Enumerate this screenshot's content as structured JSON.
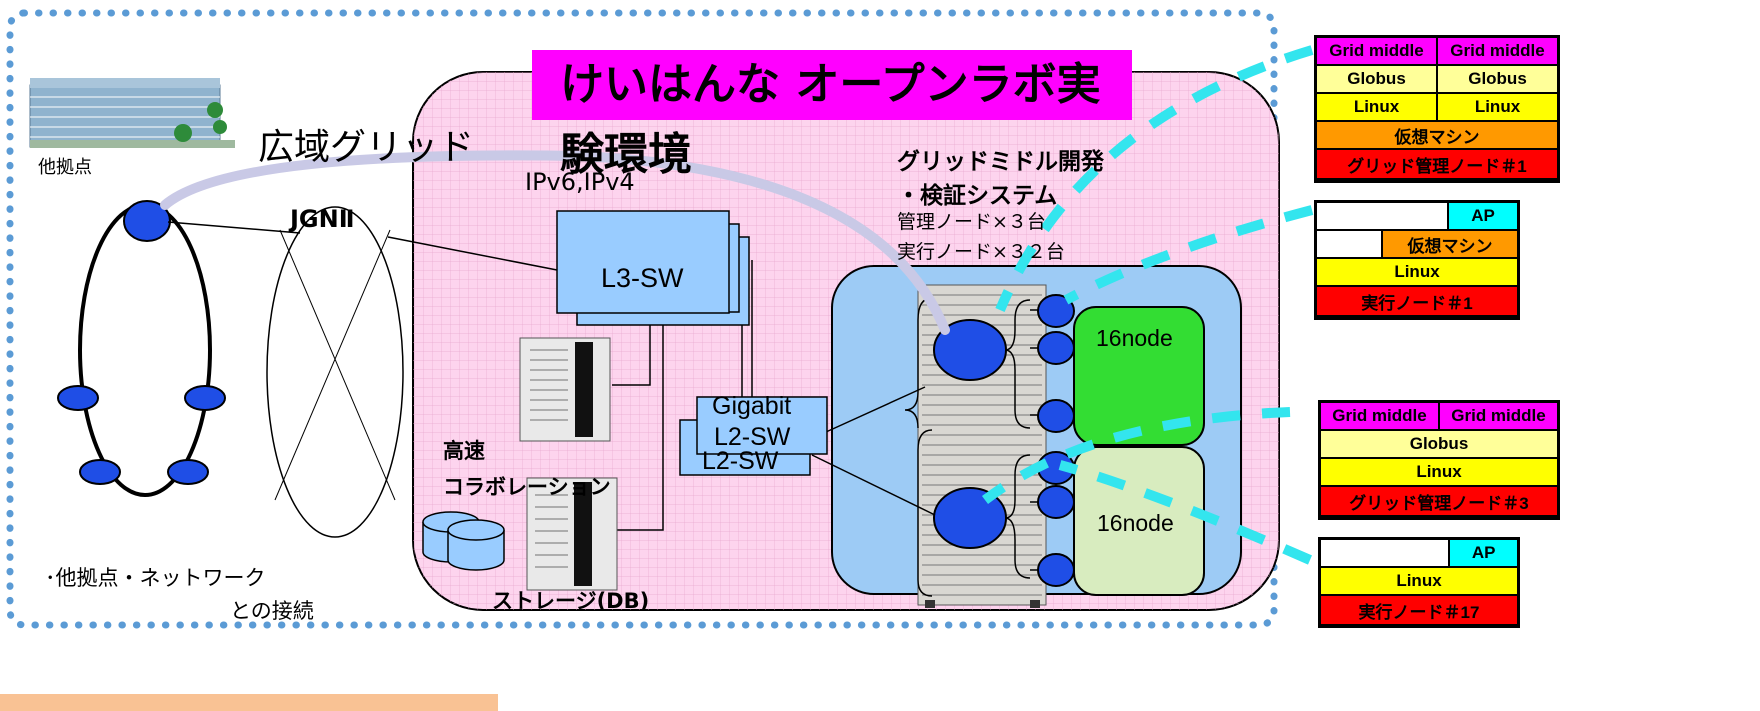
{
  "title": "けいはんな オープンラボ実験環境",
  "labels": {
    "other_site": "他拠点",
    "wide_area_grid": "広域グリッド",
    "jgn": "JGNⅡ",
    "ip_versions": "IPv6,IPv4",
    "l3_switch": "L3-SW",
    "gigabit": "Gigabit",
    "l2_switch": "L2-SW",
    "l2_switch_back": "L2-SW",
    "grid_dev_line1": "グリッドミドル開発",
    "grid_dev_line2": "・検証システム",
    "mgmt_nodes": "管理ノード×３台",
    "exec_nodes": "実行ノード×３２台",
    "node_group_1": "16node",
    "node_group_2": "16node",
    "highspeed_line1": "高速",
    "highspeed_line2": "コラボレーション",
    "storage": "ストレージ(DB)",
    "connection_line1": "･他拠点・ネットワーク",
    "connection_line2": "との接続"
  },
  "stacks": {
    "mgmt1": {
      "row1": [
        "Grid middle",
        "Grid middle"
      ],
      "row2": [
        "Globus",
        "Globus"
      ],
      "row3": [
        "Linux",
        "Linux"
      ],
      "row4": "仮想マシン",
      "row5": "グリッド管理ノード＃1"
    },
    "exec1": {
      "ap": "AP",
      "vm": "仮想マシン",
      "os": "Linux",
      "node": "実行ノード＃1"
    },
    "mgmt3": {
      "row1": [
        "Grid middle",
        "Grid middle"
      ],
      "row2": "Globus",
      "row3": "Linux",
      "row4": "グリッド管理ノード＃3"
    },
    "exec17": {
      "ap": "AP",
      "os": "Linux",
      "node": "実行ノード＃17"
    }
  },
  "colors": {
    "lab_area": "#fdd4ee",
    "cluster_area": "#9dcbf5",
    "switch_box": "#99ccff",
    "node_blue": "#1f4ee6",
    "node_green": "#33dd33",
    "node_pale": "#d8ecbf",
    "dash_cyan": "#33e5ee",
    "dotted_border": "#5b9bd5",
    "grid_link": "#c9c9e6"
  }
}
